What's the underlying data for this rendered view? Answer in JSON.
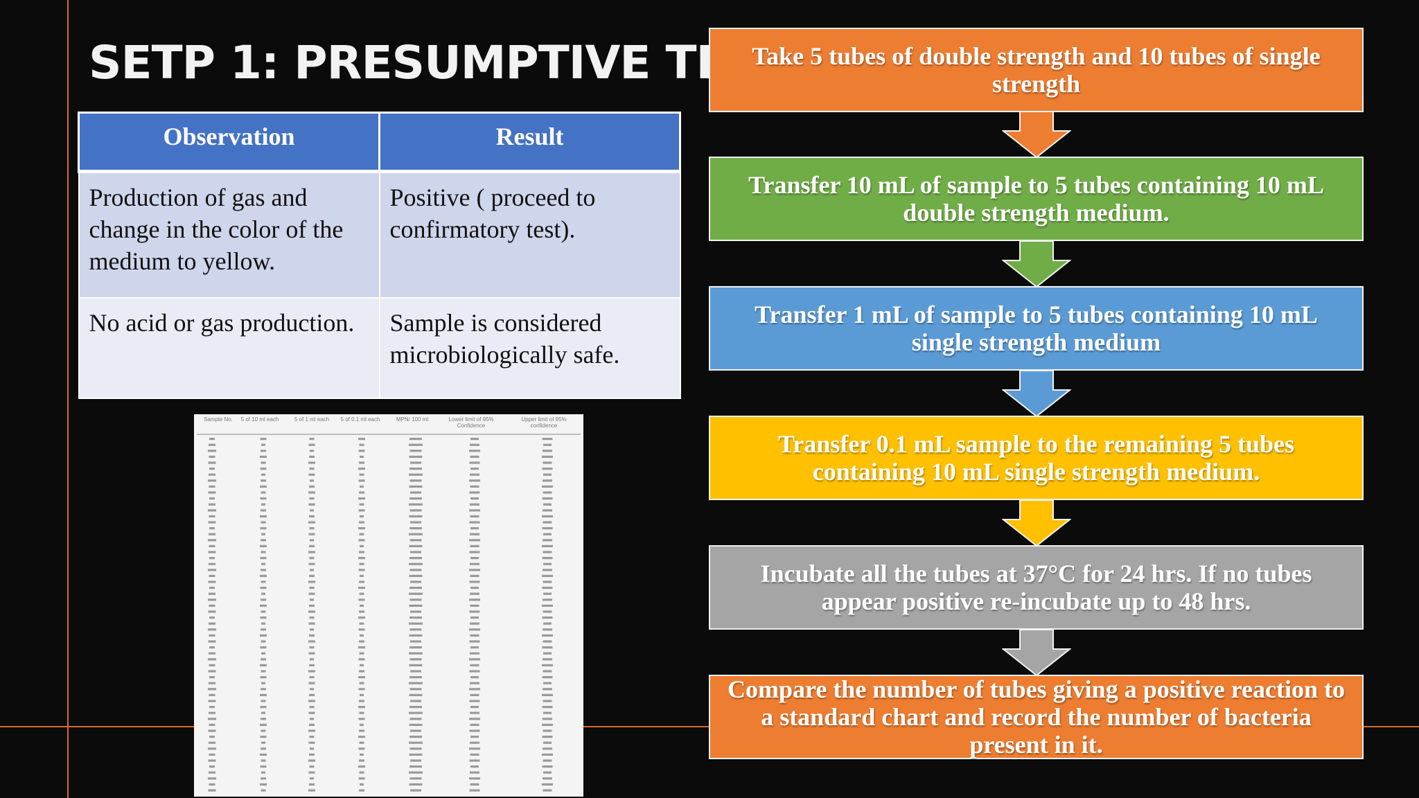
{
  "title": "SETP 1: PRESUMPTIVE TEST",
  "table": {
    "headers": [
      "Observation",
      "Result"
    ],
    "rows": [
      [
        "Production of gas and change in the color of the medium to yellow.",
        "Positive ( proceed to confirmatory test)."
      ],
      [
        "No acid or gas production.",
        "Sample is considered microbiologically safe."
      ]
    ]
  },
  "steps": [
    {
      "text": "Take 5 tubes of double strength and 10 tubes of single strength",
      "color": "#ed7d31"
    },
    {
      "text": "Transfer 10 mL of sample to 5 tubes containing 10 mL double strength medium.",
      "color": "#70ad47"
    },
    {
      "text": "Transfer 1 mL of sample to 5 tubes containing 10 mL single strength medium",
      "color": "#5b9bd5"
    },
    {
      "text": "Transfer 0.1 mL sample to the remaining 5 tubes containing 10 mL single strength medium.",
      "color": "#ffc000"
    },
    {
      "text": "Incubate all the tubes at 37°C for 24 hrs. If no tubes appear positive re-incubate up to 48 hrs.",
      "color": "#a5a5a5"
    },
    {
      "text": "Compare the number of tubes giving a positive reaction to a standard chart and record the number of bacteria present in it.",
      "color": "#ed7d31"
    }
  ],
  "mpn_chart": {
    "headers": [
      "Sample No.",
      "5 of 10 ml each",
      "5 of 1 ml each",
      "5 of 0.1 ml each",
      "MPN/ 100 ml",
      "Lower limit of 95% Confidence",
      "Upper limit of 95% confidence"
    ]
  }
}
